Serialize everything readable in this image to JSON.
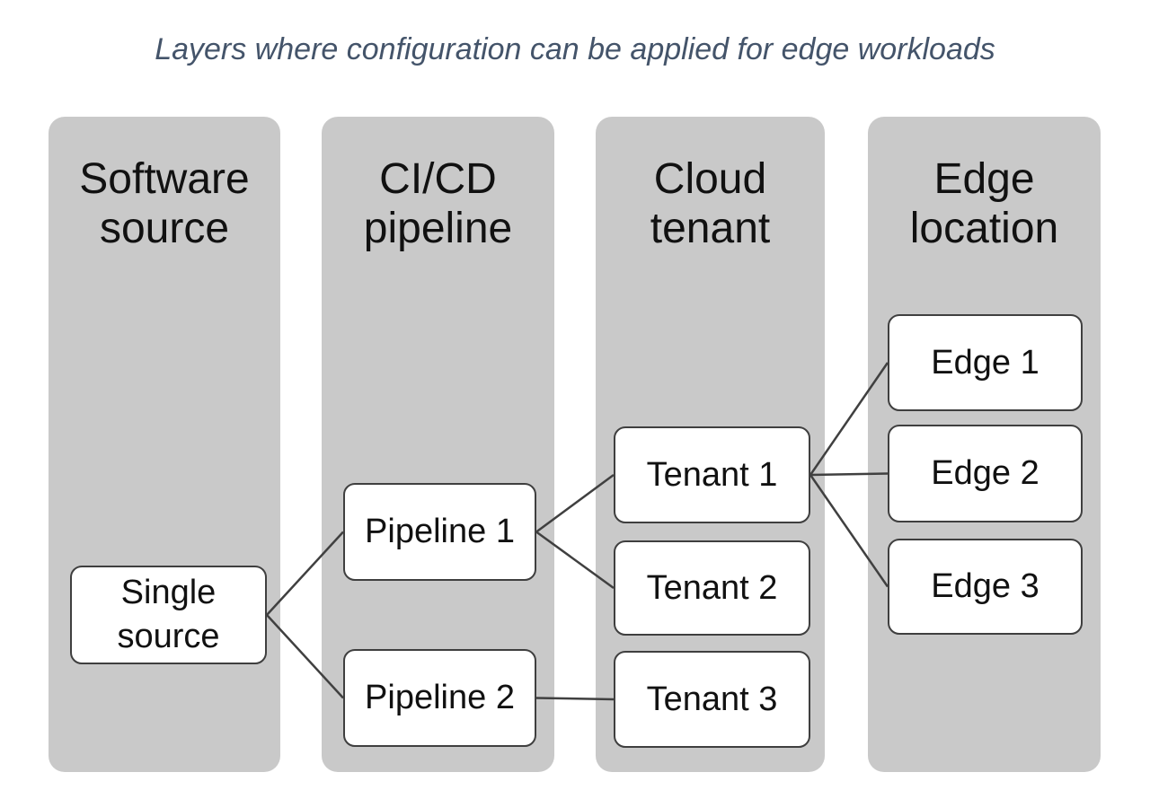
{
  "title": "Layers where configuration can be applied for edge workloads",
  "colors": {
    "title_color": "#44546a",
    "column_fill": "#c9c9c9",
    "node_fill": "#ffffff",
    "node_border": "#3f3f3f",
    "connector": "#404040",
    "label_color": "#111111"
  },
  "columns": [
    {
      "id": "software-source",
      "label": "Software\nsource"
    },
    {
      "id": "cicd-pipeline",
      "label": "CI/CD\npipeline"
    },
    {
      "id": "cloud-tenant",
      "label": "Cloud\ntenant"
    },
    {
      "id": "edge-location",
      "label": "Edge\nlocation"
    }
  ],
  "nodes": [
    {
      "id": "single-source",
      "column": "software-source",
      "label": "Single\nsource"
    },
    {
      "id": "pipeline-1",
      "column": "cicd-pipeline",
      "label": "Pipeline 1"
    },
    {
      "id": "pipeline-2",
      "column": "cicd-pipeline",
      "label": "Pipeline 2"
    },
    {
      "id": "tenant-1",
      "column": "cloud-tenant",
      "label": "Tenant 1"
    },
    {
      "id": "tenant-2",
      "column": "cloud-tenant",
      "label": "Tenant 2"
    },
    {
      "id": "tenant-3",
      "column": "cloud-tenant",
      "label": "Tenant 3"
    },
    {
      "id": "edge-1",
      "column": "edge-location",
      "label": "Edge 1"
    },
    {
      "id": "edge-2",
      "column": "edge-location",
      "label": "Edge 2"
    },
    {
      "id": "edge-3",
      "column": "edge-location",
      "label": "Edge 3"
    }
  ],
  "edges": [
    {
      "from": "single-source",
      "to": "pipeline-1"
    },
    {
      "from": "single-source",
      "to": "pipeline-2"
    },
    {
      "from": "pipeline-1",
      "to": "tenant-1"
    },
    {
      "from": "pipeline-1",
      "to": "tenant-2"
    },
    {
      "from": "pipeline-2",
      "to": "tenant-3"
    },
    {
      "from": "tenant-1",
      "to": "edge-1"
    },
    {
      "from": "tenant-1",
      "to": "edge-2"
    },
    {
      "from": "tenant-1",
      "to": "edge-3"
    }
  ]
}
